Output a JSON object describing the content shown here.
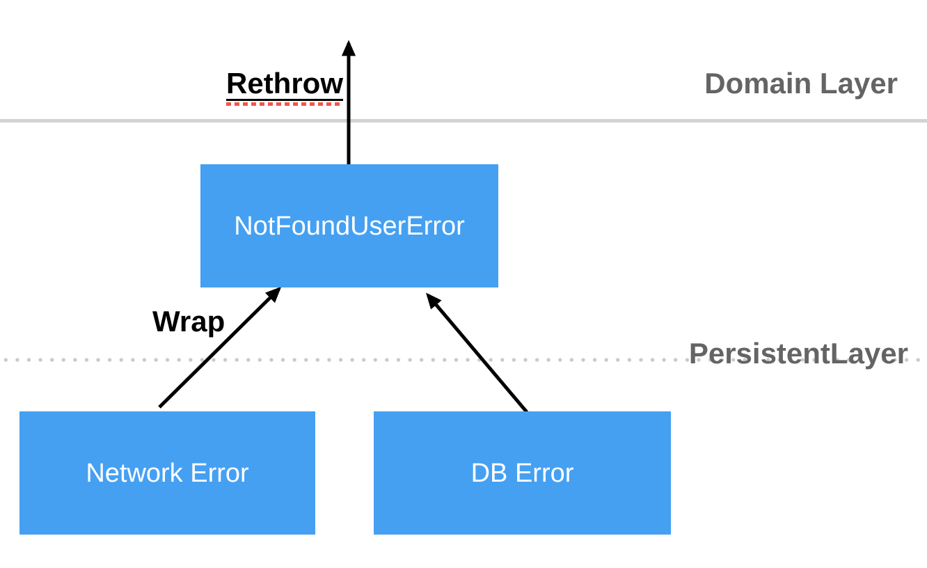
{
  "diagram": {
    "layer_labels": {
      "domain": "Domain Layer",
      "persistent": "PersistentLayer"
    },
    "nodes": {
      "not_found_user_error": "NotFoundUserError",
      "network_error": "Network Error",
      "db_error": "DB Error"
    },
    "edge_labels": {
      "rethrow": "Rethrow",
      "wrap": "Wrap"
    },
    "colors": {
      "node_fill": "#45a0f2",
      "node_text": "#ffffff",
      "layer_label_text": "#646464",
      "solid_divider": "#d2d2d2",
      "dotted_divider": "#cacaca",
      "arrow": "#000000",
      "rethrow_underline": "#000000",
      "rethrow_spellcheck_underline": "#f4544c",
      "edge_label_text": "#000000"
    }
  }
}
